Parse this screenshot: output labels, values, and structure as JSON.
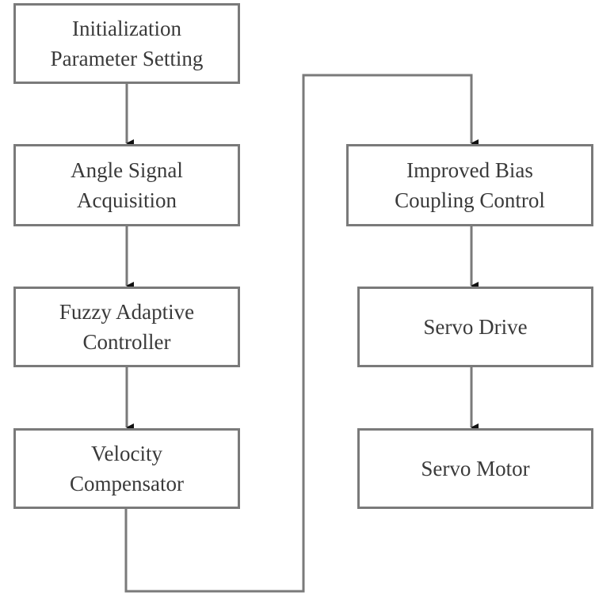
{
  "diagram": {
    "title": "Control flow",
    "nodes": [
      {
        "id": "init",
        "line1": "Initialization",
        "line2": "Parameter Setting"
      },
      {
        "id": "angle",
        "line1": "Angle Signal",
        "line2": "Acquisition"
      },
      {
        "id": "fuzzy",
        "line1": "Fuzzy Adaptive",
        "line2": "Controller"
      },
      {
        "id": "velocity",
        "line1": "Velocity",
        "line2": "Compensator"
      },
      {
        "id": "bias",
        "line1": "Improved Bias",
        "line2": "Coupling Control"
      },
      {
        "id": "drive",
        "line1": "Servo Drive",
        "line2": ""
      },
      {
        "id": "motor",
        "line1": "Servo Motor",
        "line2": ""
      }
    ],
    "edges": [
      {
        "from": "init",
        "to": "angle"
      },
      {
        "from": "angle",
        "to": "fuzzy"
      },
      {
        "from": "fuzzy",
        "to": "velocity"
      },
      {
        "from": "velocity",
        "to": "bias"
      },
      {
        "from": "bias",
        "to": "drive"
      },
      {
        "from": "drive",
        "to": "motor"
      }
    ],
    "colors": {
      "stroke": "#7a7a7a",
      "arrow": "#111111",
      "text": "#3a3a3a"
    }
  }
}
